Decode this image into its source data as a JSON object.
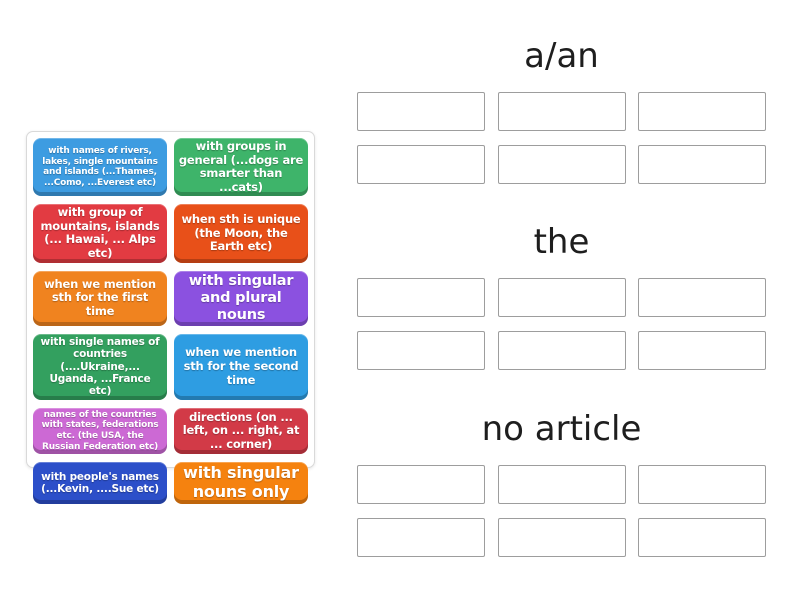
{
  "colors": {
    "background": "#ffffff",
    "panel_border": "#d9d9d9",
    "slot_border": "#9d9d9d",
    "heading_text": "#1e1e1e",
    "tile_text": "#ffffff"
  },
  "tile_panel": {
    "tiles": [
      {
        "text": "with names of rivers, lakes, single mountains and islands (...Thames, ...Como, ...Everest etc)",
        "color": "#3d9ce1",
        "size": "xs"
      },
      {
        "text": "with groups in general (...dogs are smarter than ...cats)",
        "color": "#3eb46a",
        "size": "md"
      },
      {
        "text": "with group of mountains, islands (... Hawai, ... Alps etc)",
        "color": "#e23b42",
        "size": "md"
      },
      {
        "text": "when sth is unique (the Moon, the Earth etc)",
        "color": "#e85019",
        "size": "md"
      },
      {
        "text": "when we mention sth for the first time",
        "color": "#f0831f",
        "size": "md"
      },
      {
        "text": "with singular and plural nouns",
        "color": "#8b51e0",
        "size": "lg"
      },
      {
        "text": "with single names of countries (....Ukraine,... Uganda, ...France etc)",
        "color": "#33a05f",
        "size": "sm"
      },
      {
        "text": "when we mention sth for the second time",
        "color": "#2e9de2",
        "size": "md"
      },
      {
        "text": "names of the countries with states, federations etc. (the USA, the Russian Federation etc)",
        "color": "#cc69d4",
        "size": "xs"
      },
      {
        "text": "directions (on ... left, on ... right, at ... corner)",
        "color": "#d23a47",
        "size": "md"
      },
      {
        "text": "with people's names (...Kevin, ....Sue etc)",
        "color": "#2c4fc9",
        "size": "sm"
      },
      {
        "text": "with singular nouns only",
        "color": "#f5820f",
        "size": "xl"
      }
    ]
  },
  "groups": [
    {
      "label": "a/an",
      "slots": 6
    },
    {
      "label": "the",
      "slots": 6
    },
    {
      "label": "no article",
      "slots": 6
    }
  ]
}
